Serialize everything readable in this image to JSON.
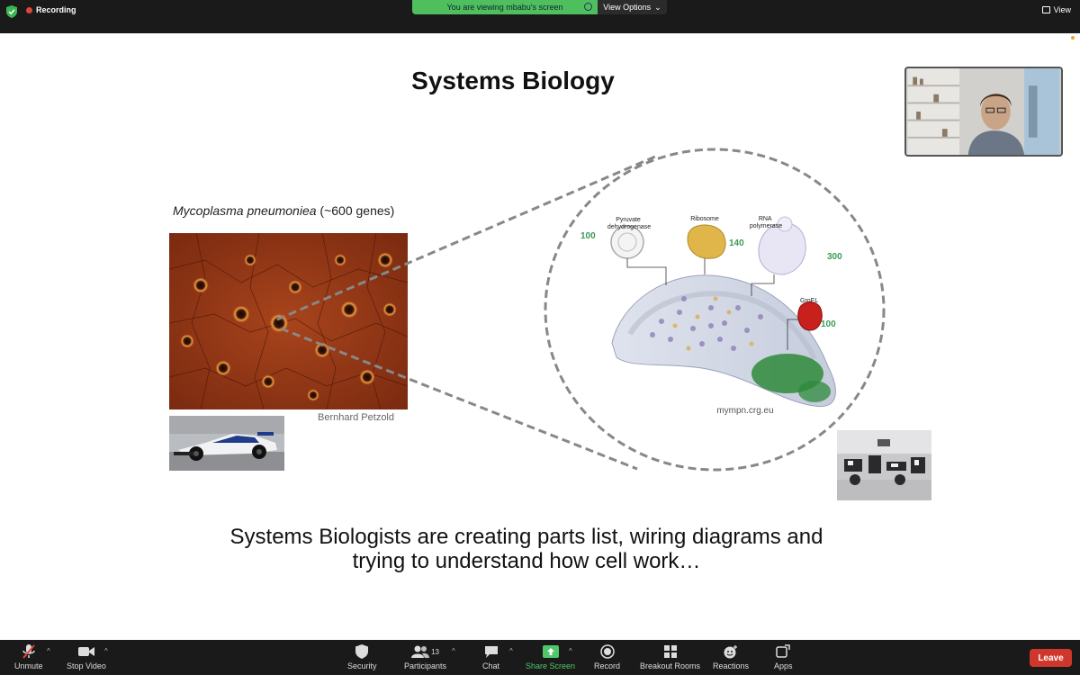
{
  "topbar": {
    "recording": "Recording",
    "viewing_banner": "You are viewing mbabu's screen",
    "view_options": "View Options",
    "view": "View"
  },
  "slide": {
    "title": "Systems Biology",
    "species": "Mycoplasma pneumoniea",
    "species_suffix": " (~600 genes)",
    "credit": "Bernhard Petzold",
    "website": "mympn.crg.eu",
    "labels": {
      "pyruvate": [
        "Pyruvate",
        "dehydrogenase"
      ],
      "ribosome": "Ribosome",
      "rna_pol": [
        "RNA",
        "polymerase"
      ],
      "groel": "GroEL",
      "n_pyruvate": "100",
      "n_ribosome": "140",
      "n_rna": "300",
      "n_groel": "100"
    },
    "caption_line1": "Systems Biologists are creating parts list, wiring diagrams and",
    "caption_line2": "trying to understand how cell work…"
  },
  "toolbar": {
    "unmute": "Unmute",
    "stop_video": "Stop Video",
    "security": "Security",
    "participants": "Participants",
    "participant_count": "13",
    "chat": "Chat",
    "share_screen": "Share Screen",
    "record": "Record",
    "breakout": "Breakout Rooms",
    "reactions": "Reactions",
    "apps": "Apps",
    "leave": "Leave"
  },
  "colors": {
    "share_green": "#4fc86a",
    "leave_red": "#d0372c",
    "label_green": "#3a9a55"
  }
}
